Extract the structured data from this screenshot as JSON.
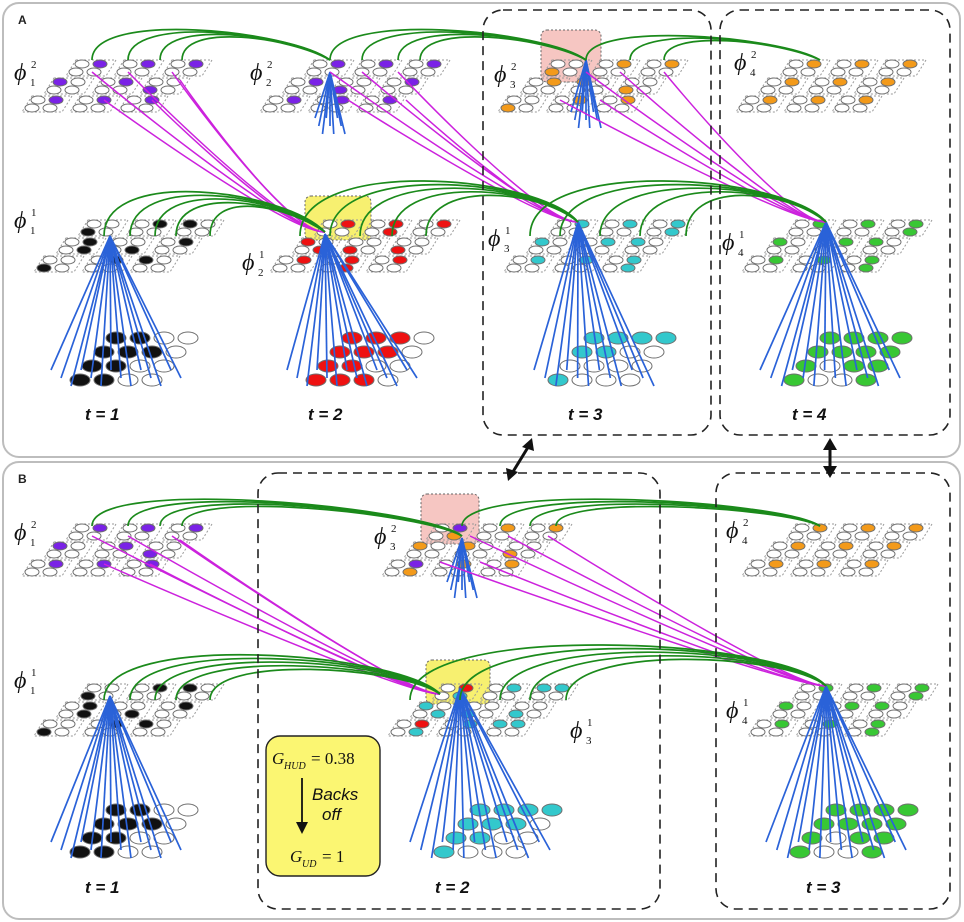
{
  "colors": {
    "black": "#111111",
    "red": "#ee1111",
    "purple": "#7a22e6",
    "orange": "#f39a1a",
    "cyan": "#33c8cc",
    "green": "#38c734",
    "white": "#ffffff",
    "green_link": "#1b8a1b",
    "magenta_link": "#cc22dd",
    "blue_link": "#2a62d8",
    "highlight_yellow": "#f7f070",
    "highlight_pink": "#f6c6c2",
    "box_yellow": "#fbf672"
  },
  "panel_a": {
    "label": "A",
    "time_labels": [
      "t = 1",
      "t = 2",
      "t = 3",
      "t = 4"
    ],
    "phi_labels": [
      {
        "base": "ϕ",
        "sub": "1",
        "sup": "2"
      },
      {
        "base": "ϕ",
        "sub": "2",
        "sup": "2"
      },
      {
        "base": "ϕ",
        "sub": "3",
        "sup": "2"
      },
      {
        "base": "ϕ",
        "sub": "4",
        "sup": "2"
      },
      {
        "base": "ϕ",
        "sub": "1",
        "sup": "1"
      },
      {
        "base": "ϕ",
        "sub": "2",
        "sup": "1"
      },
      {
        "base": "ϕ",
        "sub": "3",
        "sup": "1"
      },
      {
        "base": "ϕ",
        "sub": "4",
        "sup": "1"
      }
    ]
  },
  "panel_b": {
    "label": "B",
    "time_labels": [
      "t = 1",
      "t = 2",
      "t = 3"
    ],
    "phi_labels": [
      {
        "base": "ϕ",
        "sub": "1",
        "sup": "2"
      },
      {
        "base": "ϕ",
        "sub": "3",
        "sup": "2"
      },
      {
        "base": "ϕ",
        "sub": "4",
        "sup": "2"
      },
      {
        "base": "ϕ",
        "sub": "1",
        "sup": "1"
      },
      {
        "base": "ϕ",
        "sub": "3",
        "sup": "1"
      },
      {
        "base": "ϕ",
        "sub": "4",
        "sup": "1"
      }
    ],
    "gud_box": {
      "g_hud": "G",
      "g_hud_sub": "HUD",
      "g_hud_value": "= 0.38",
      "backs_off": [
        "Backs",
        "off"
      ],
      "g_ud": "G",
      "g_ud_sub": "UD",
      "g_ud_value": "= 1"
    }
  }
}
